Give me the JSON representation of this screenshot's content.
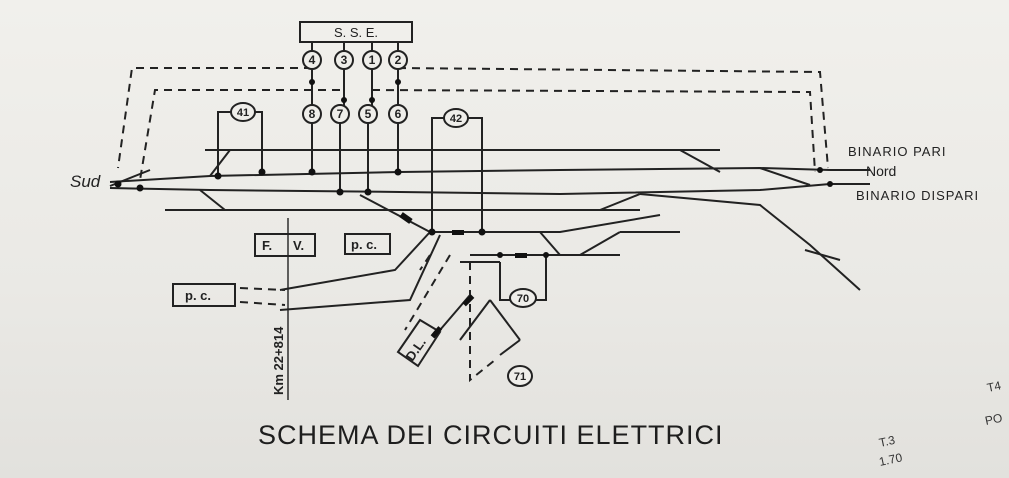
{
  "diagram": {
    "title": "SCHEMA DEI CIRCUITI ELETTRICI",
    "substation": "S. S. E.",
    "circuits_top": [
      "4",
      "3",
      "1",
      "2"
    ],
    "circuits_mid": [
      "8",
      "7",
      "5",
      "6"
    ],
    "circuit_41": "41",
    "circuit_42": "42",
    "circuit_70": "70",
    "circuit_71": "71",
    "direction_south": "Sud",
    "direction_north": "Nord",
    "track_even": "BINARIO PARI",
    "track_odd": "BINARIO DISPARI",
    "box_fv_left": "F.",
    "box_fv_right": "V.",
    "box_pc1": "p. c.",
    "box_pc2": "p. c.",
    "box_dl": "D.L.",
    "km_marker": "Km 22+814",
    "corner_t3": "T.3",
    "corner_170": "1.70",
    "corner_t4": "T4",
    "corner_po": "PO"
  }
}
